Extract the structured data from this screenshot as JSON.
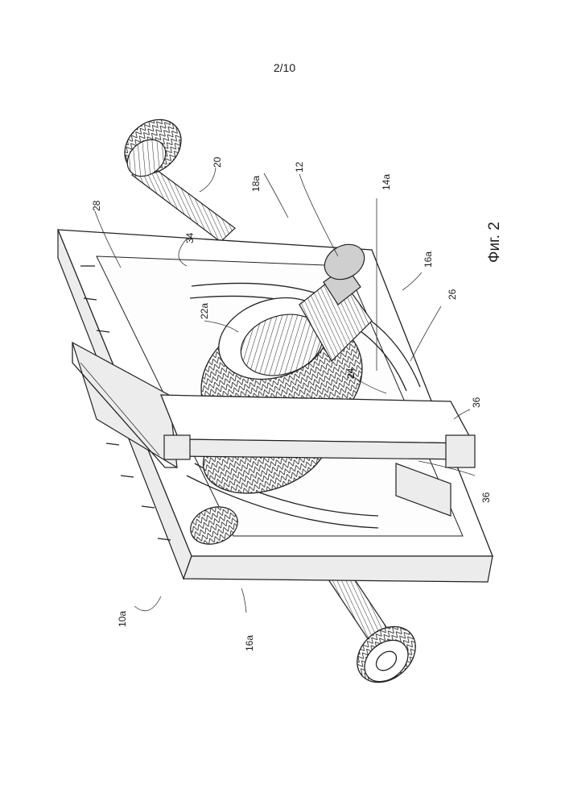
{
  "page_number": "2/10",
  "figure_caption": "Фиг. 2",
  "labels": {
    "l10a": "10a",
    "l12": "12",
    "l14a": "14a",
    "l16a_right": "16a",
    "l16a_bottom": "16a",
    "l18a": "18a",
    "l20": "20",
    "l22a": "22a",
    "l24": "24",
    "l26": "26",
    "l28": "28",
    "l34": "34",
    "l36_upper": "36",
    "l36_lower": "36"
  }
}
